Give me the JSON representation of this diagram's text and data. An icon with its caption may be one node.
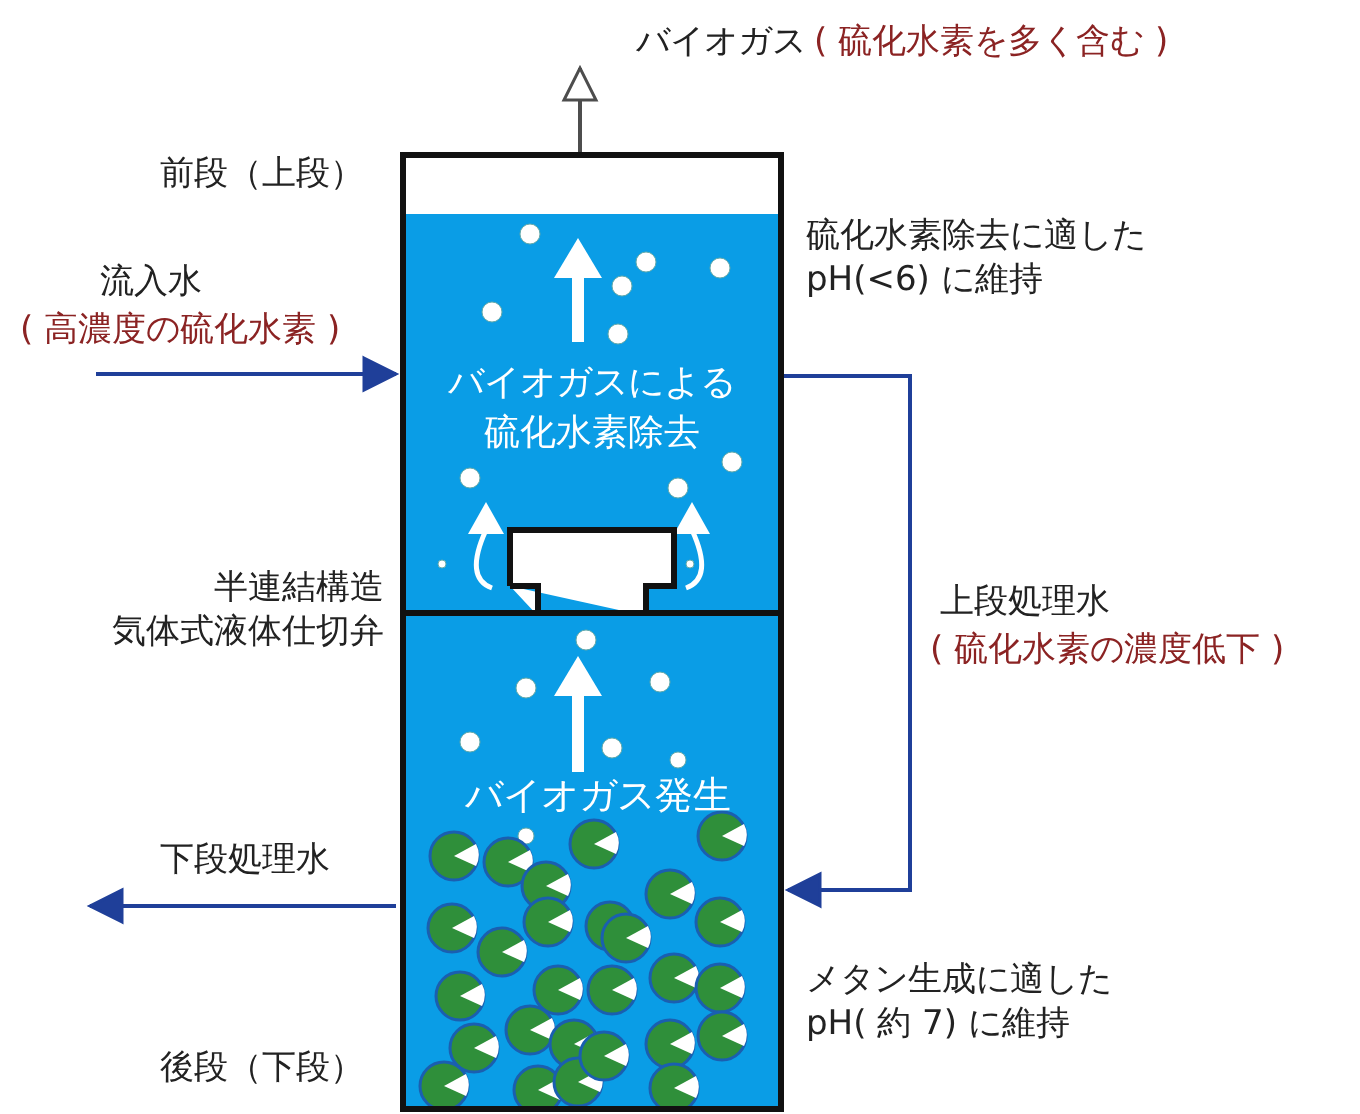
{
  "diagram": {
    "nodes": [
      {
        "text": [
          "バイオガスによる硫化水素除去"
        ],
        "beside": [
          "硫化水素除去に適したpH(<6) に維持"
        ]
      },
      {
        "text": [
          "バイオガス発生"
        ],
        "beside": [
          "メタン生成に適したpH( 約 7) に維持"
        ]
      },
      {
        "text": [
          "バイオガス",
          "( 硫化水素を多く含む )"
        ]
      },
      {
        "text": [
          "流入水",
          "( 高濃度の硫化水素 )"
        ]
      },
      {
        "text": [
          "下段処理水"
        ]
      }
    ],
    "edges": [
      {
        "from": 0,
        "to": 2,
        "arrow": "to",
        "color": "#4d4d4d"
      },
      {
        "from": 3,
        "to": 0,
        "arrow": "to"
      },
      {
        "from": 0,
        "to": 1,
        "arrow": "to"
      },
      {
        "from": 1,
        "to": 4,
        "arrow": "to"
      }
    ],
    "labels": [
      "前段（上段）",
      "半連結構造",
      "気体式液体仕切弁",
      "上段処理水",
      "( 硫化水素の濃度低下 )",
      "後段（下段）"
    ]
  }
}
